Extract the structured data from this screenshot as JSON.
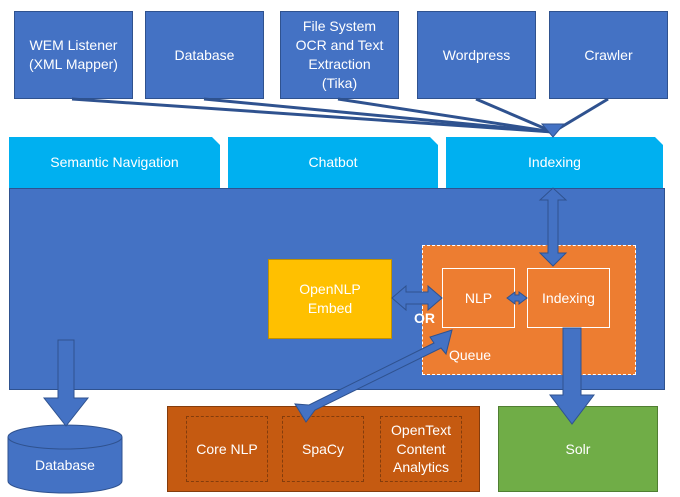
{
  "sources": {
    "wem": "WEM Listener\n(XML Mapper)",
    "database": "Database",
    "filesystem": "File System\nOCR and Text\nExtraction\n(Tika)",
    "wordpress": "Wordpress",
    "crawler": "Crawler"
  },
  "tabs": {
    "semantic": "Semantic Navigation",
    "chatbot": "Chatbot",
    "indexing": "Indexing"
  },
  "engine": {
    "opennlp": "OpenNLP\nEmbed",
    "or_label": "OR",
    "nlp": "NLP",
    "indexing": "Indexing",
    "queue": "Queue"
  },
  "storage": {
    "database": "Database",
    "solr": "Solr"
  },
  "nlp_services": {
    "corenlp": "Core NLP",
    "spacy": "SpaCy",
    "opentext": "OpenText\nContent\nAnalytics"
  },
  "colors": {
    "source_blue": "#4472C4",
    "tab_cyan": "#00B0F0",
    "orange": "#ED7D31",
    "dark_orange": "#C55A11",
    "yellow": "#FFC000",
    "green": "#70AD47"
  }
}
